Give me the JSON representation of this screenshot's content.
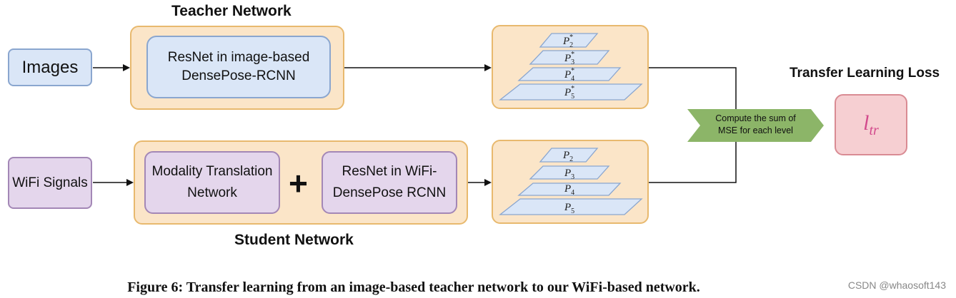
{
  "titles": {
    "teacher": "Teacher Network",
    "student": "Student Network",
    "loss": "Transfer Learning Loss"
  },
  "inputs": {
    "images": "Images",
    "wifi": "WiFi Signals"
  },
  "teacher": {
    "resnet_line1": "ResNet in image-based",
    "resnet_line2": "DensePose-RCNN",
    "pyramid": [
      {
        "base": "P",
        "sub": "2",
        "sup": "*"
      },
      {
        "base": "P",
        "sub": "3",
        "sup": "*"
      },
      {
        "base": "P",
        "sub": "4",
        "sup": "*"
      },
      {
        "base": "P",
        "sub": "5",
        "sup": "*"
      }
    ]
  },
  "student": {
    "mtn_line1": "Modality Translation",
    "mtn_line2": "Network",
    "plus": "+",
    "resnet_line1": "ResNet in WiFi-",
    "resnet_line2": "DensePose RCNN",
    "pyramid": [
      {
        "base": "P",
        "sub": "2"
      },
      {
        "base": "P",
        "sub": "3"
      },
      {
        "base": "P",
        "sub": "4"
      },
      {
        "base": "P",
        "sub": "5"
      }
    ]
  },
  "compute": {
    "line1": "Compute the sum of",
    "line2": "MSE for each level"
  },
  "loss_symbol": {
    "base": "l",
    "sub": "tr"
  },
  "caption": "Figure 6: Transfer learning from an image-based teacher network to our WiFi-based network.",
  "watermark": "CSDN @whaosoft143",
  "colors": {
    "outer_fill": "#fbe5c8",
    "blue_fill": "#dae6f7",
    "purple_fill": "#e4d6ec",
    "chevron_fill": "#8cb568",
    "loss_fill": "#f6cfd2",
    "loss_symbol": "#d24a8c",
    "pyramid_fill": "#dae6f7"
  }
}
